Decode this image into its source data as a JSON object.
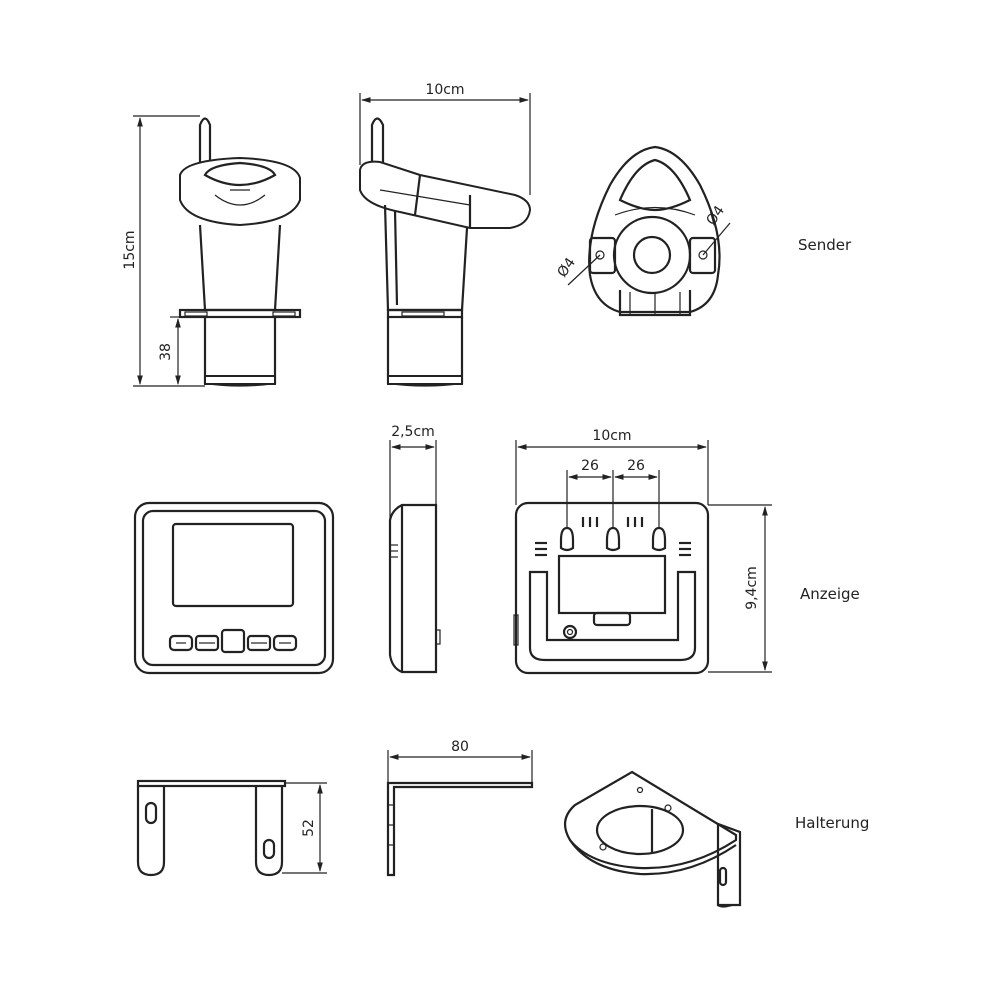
{
  "sections": {
    "sender": "Sender",
    "anzeige": "Anzeige",
    "halterung": "Halterung"
  },
  "dimensions": {
    "sender_height": "15cm",
    "sender_base": "38",
    "sender_width": "10cm",
    "diameter_left": "Ø4",
    "diameter_right": "Ø4",
    "display_depth": "2,5cm",
    "display_width": "10cm",
    "hole_spacing_left": "26",
    "hole_spacing_right": "26",
    "display_height": "9,4cm",
    "bracket_depth": "80",
    "bracket_height": "52"
  }
}
